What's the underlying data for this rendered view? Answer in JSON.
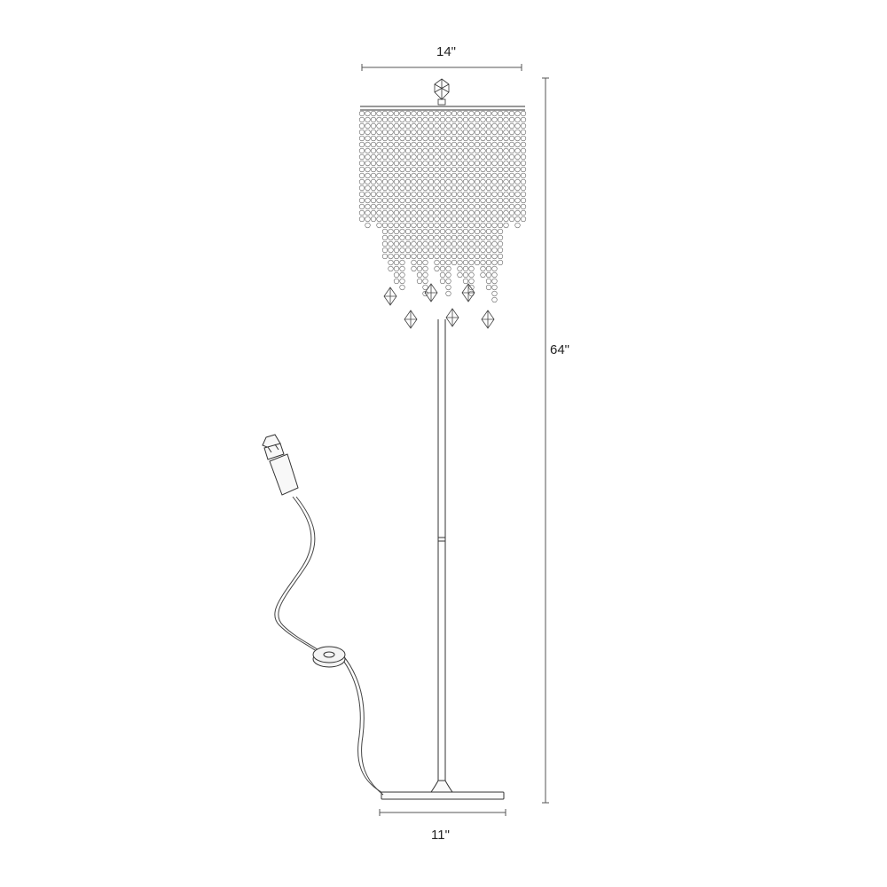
{
  "dimensions": {
    "shade_width": "14\"",
    "total_height": "64\"",
    "base_width": "11\""
  },
  "colors": {
    "line": "#333333",
    "dimension_line": "#555555",
    "crystal": "#666666",
    "background": "#ffffff"
  }
}
